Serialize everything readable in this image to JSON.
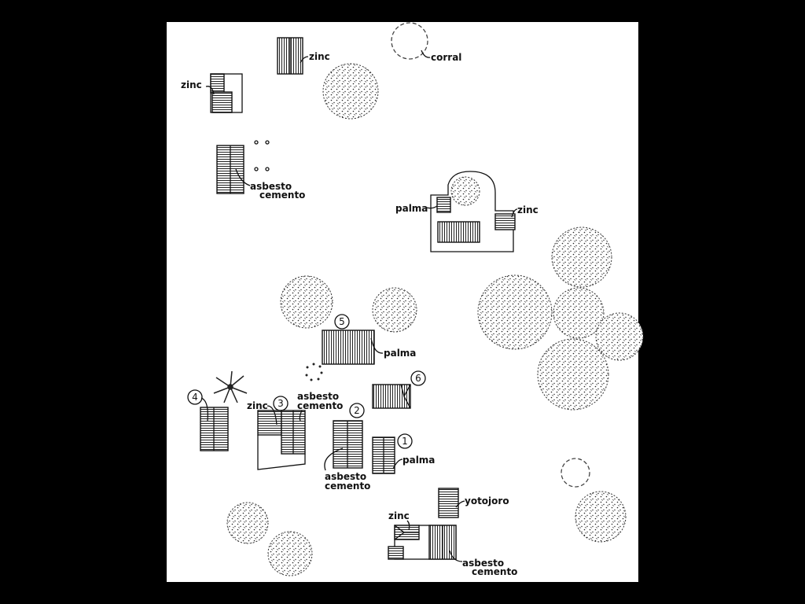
{
  "diagram": {
    "labels": {
      "zinc_top": "zinc",
      "zinc_left": "zinc",
      "corral": "corral",
      "asbesto_1": "asbesto",
      "cemento_1": "cemento",
      "palma_enclosure": "palma",
      "zinc_enclosure": "zinc",
      "palma_5": "palma",
      "zinc_3": "zinc",
      "asbesto_3": "asbesto",
      "cemento_3": "cemento",
      "asbesto_2": "asbesto",
      "cemento_2": "cemento",
      "palma_1": "palma",
      "yotojoro": "yotojoro",
      "zinc_bottom": "zinc",
      "asbesto_bottom": "asbesto",
      "cemento_bottom": "cemento"
    },
    "house_numbers": [
      "1",
      "2",
      "3",
      "4",
      "5",
      "6"
    ]
  }
}
